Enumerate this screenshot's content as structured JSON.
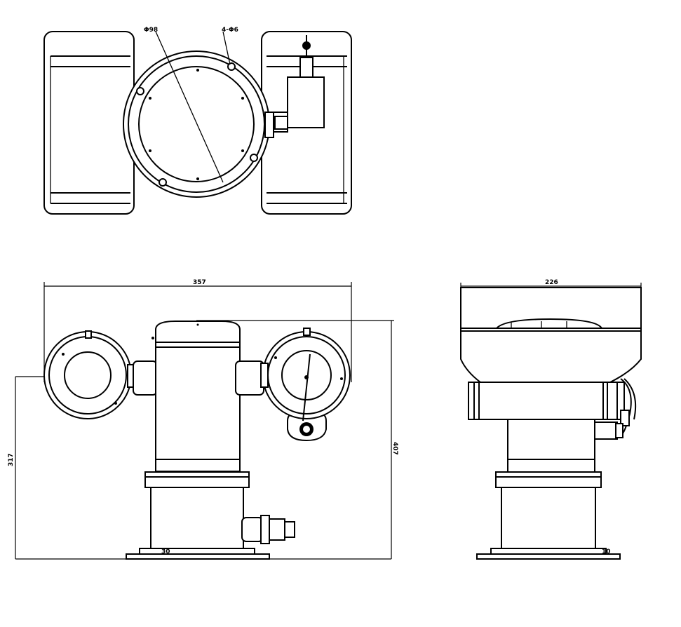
{
  "drawing": {
    "background": "#ffffff",
    "line_color": "#000000",
    "views": [
      {
        "name": "top-view"
      },
      {
        "name": "front-view"
      },
      {
        "name": "side-view"
      }
    ],
    "labels": {
      "top_callout_1": "Φ98",
      "top_callout_2": "4-Φ6",
      "front_width": "357",
      "front_height_right": "407",
      "front_height_left": "317",
      "front_base": "30",
      "side_width": "226",
      "side_base": "10"
    }
  }
}
